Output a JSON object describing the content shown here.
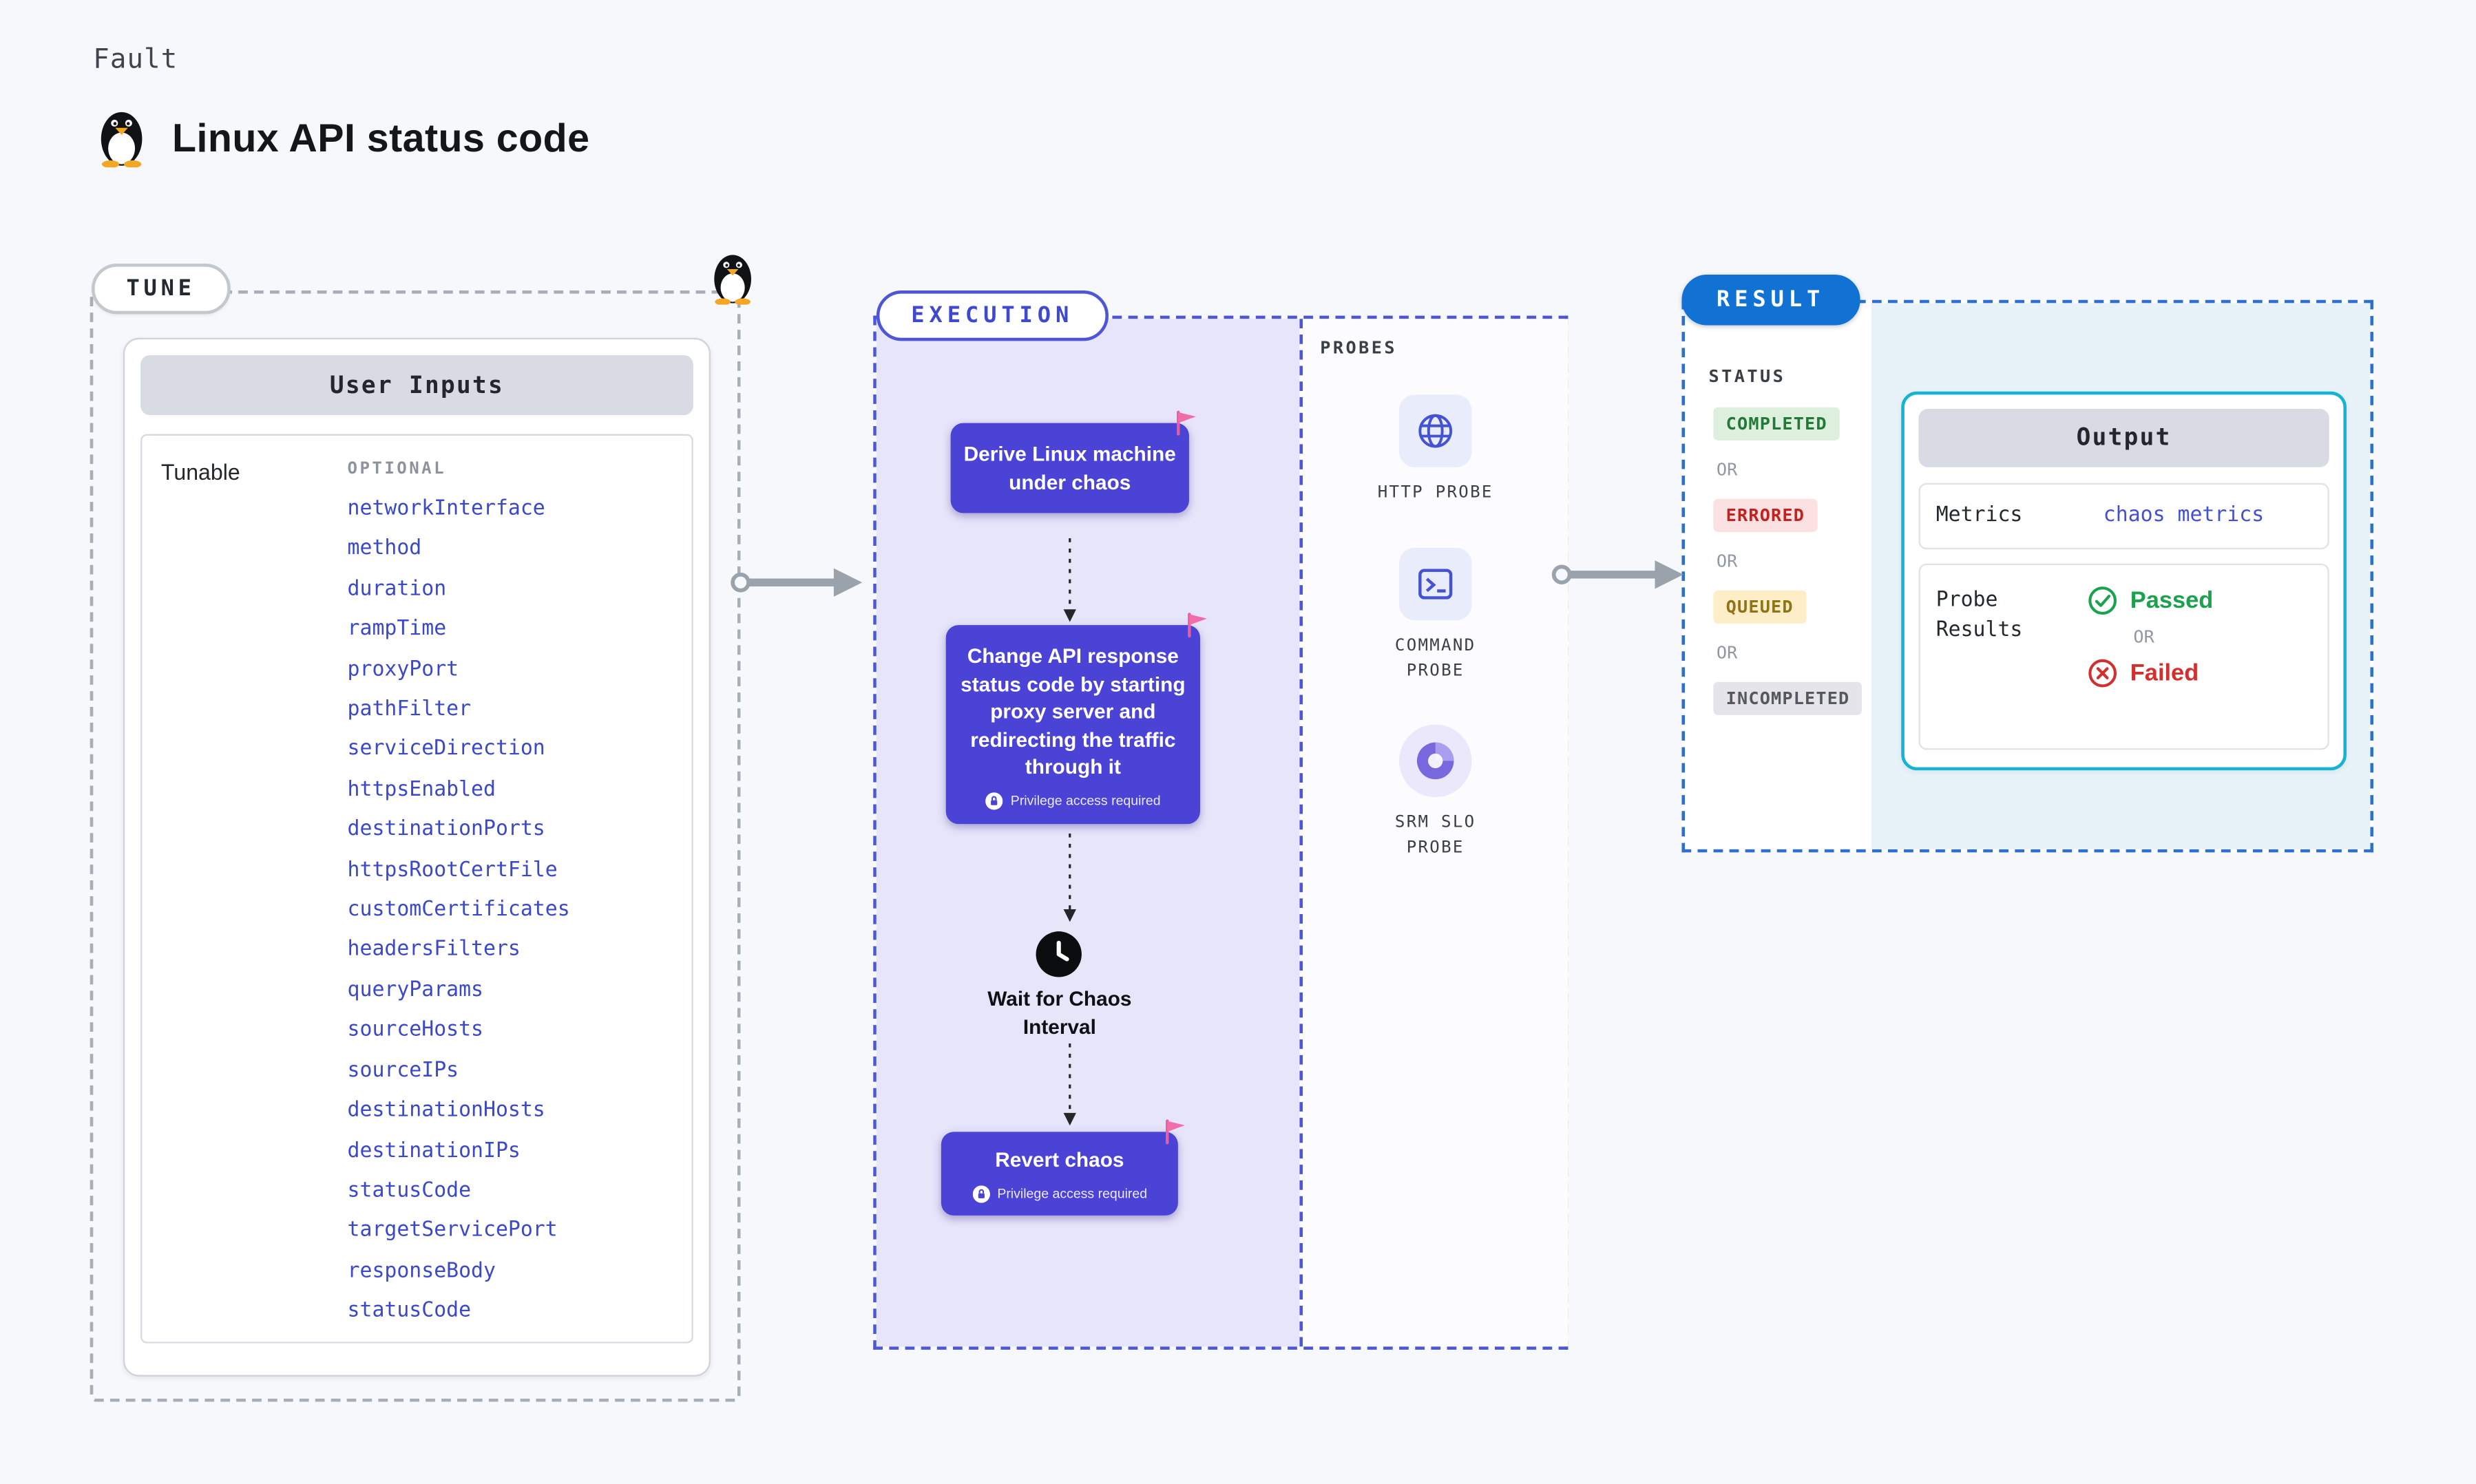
{
  "page": {
    "overline": "Fault",
    "title": "Linux API status code"
  },
  "tune": {
    "pill": "TUNE",
    "table": {
      "header": "User Inputs",
      "row_label": "Tunable",
      "column_label": "OPTIONAL",
      "tunables": [
        "networkInterface",
        "method",
        "duration",
        "rampTime",
        "proxyPort",
        "pathFilter",
        "serviceDirection",
        "httpsEnabled",
        "destinationPorts",
        "httpsRootCertFile",
        "customCertificates",
        "headersFilters",
        "queryParams",
        "sourceHosts",
        "sourceIPs",
        "destinationHosts",
        "destinationIPs",
        "statusCode",
        "targetServicePort",
        "responseBody",
        "statusCode"
      ]
    }
  },
  "execution": {
    "pill": "EXECUTION",
    "steps": [
      {
        "label": "Derive Linux machine under chaos"
      },
      {
        "label": "Change API response status code by starting proxy server and redirecting the traffic through it",
        "privilege": "Privilege access required"
      },
      {
        "label": "Wait for Chaos Interval"
      },
      {
        "label": "Revert chaos",
        "privilege": "Privilege access required"
      }
    ]
  },
  "probes": {
    "heading": "PROBES",
    "items": [
      {
        "label": "HTTP PROBE",
        "icon": "globe-icon"
      },
      {
        "label": "COMMAND PROBE",
        "icon": "terminal-icon"
      },
      {
        "label": "SRM SLO PROBE",
        "icon": "srm-slo-icon"
      }
    ]
  },
  "result": {
    "pill": "RESULT",
    "status_heading": "STATUS",
    "or_label": "OR",
    "statuses": [
      {
        "label": "COMPLETED",
        "color": "#237a38"
      },
      {
        "label": "ERRORED",
        "color": "#c5221f"
      },
      {
        "label": "QUEUED",
        "color": "#8f7316"
      },
      {
        "label": "INCOMPLETED",
        "color": "#55585e"
      }
    ],
    "output": {
      "header": "Output",
      "metrics_label": "Metrics",
      "metrics_value": "chaos metrics",
      "probe_results_label": "Probe Results",
      "passed_label": "Passed",
      "failed_label": "Failed"
    }
  },
  "colors": {
    "accent_indigo": "#4b43d6",
    "link_blue": "#3b49c8",
    "result_blue": "#1172d3",
    "output_border_cyan": "#15b3d4",
    "passed_green": "#1ca14e",
    "failed_red": "#d22f2f",
    "flag_pink": "#f06daa",
    "execution_fill": "#e7e5fa"
  }
}
